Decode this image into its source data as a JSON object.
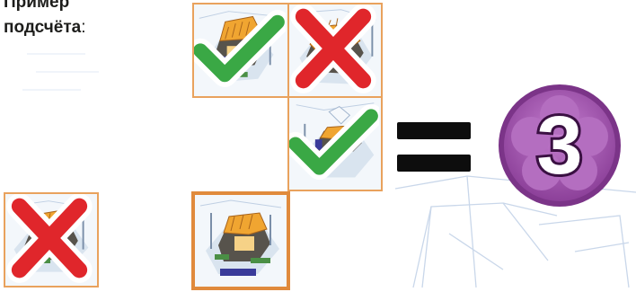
{
  "caption": {
    "line1": "Пример",
    "line2": "подсчёта",
    "colon": ":"
  },
  "grid_tiles": [
    {
      "id": "top-left",
      "result": "check"
    },
    {
      "id": "top-right",
      "result": "cross"
    },
    {
      "id": "middle-right",
      "result": "check"
    },
    {
      "id": "bottom-left",
      "result": "none"
    }
  ],
  "standalone_tile": {
    "result": "cross"
  },
  "equals_sign": "=",
  "score_token": {
    "value": "3",
    "color": "#a45bb1"
  },
  "colors": {
    "tile_border": "#e9a25d",
    "check_green": "#3aa845",
    "cross_red": "#e0262b",
    "roof_orange": "#f0a531"
  }
}
